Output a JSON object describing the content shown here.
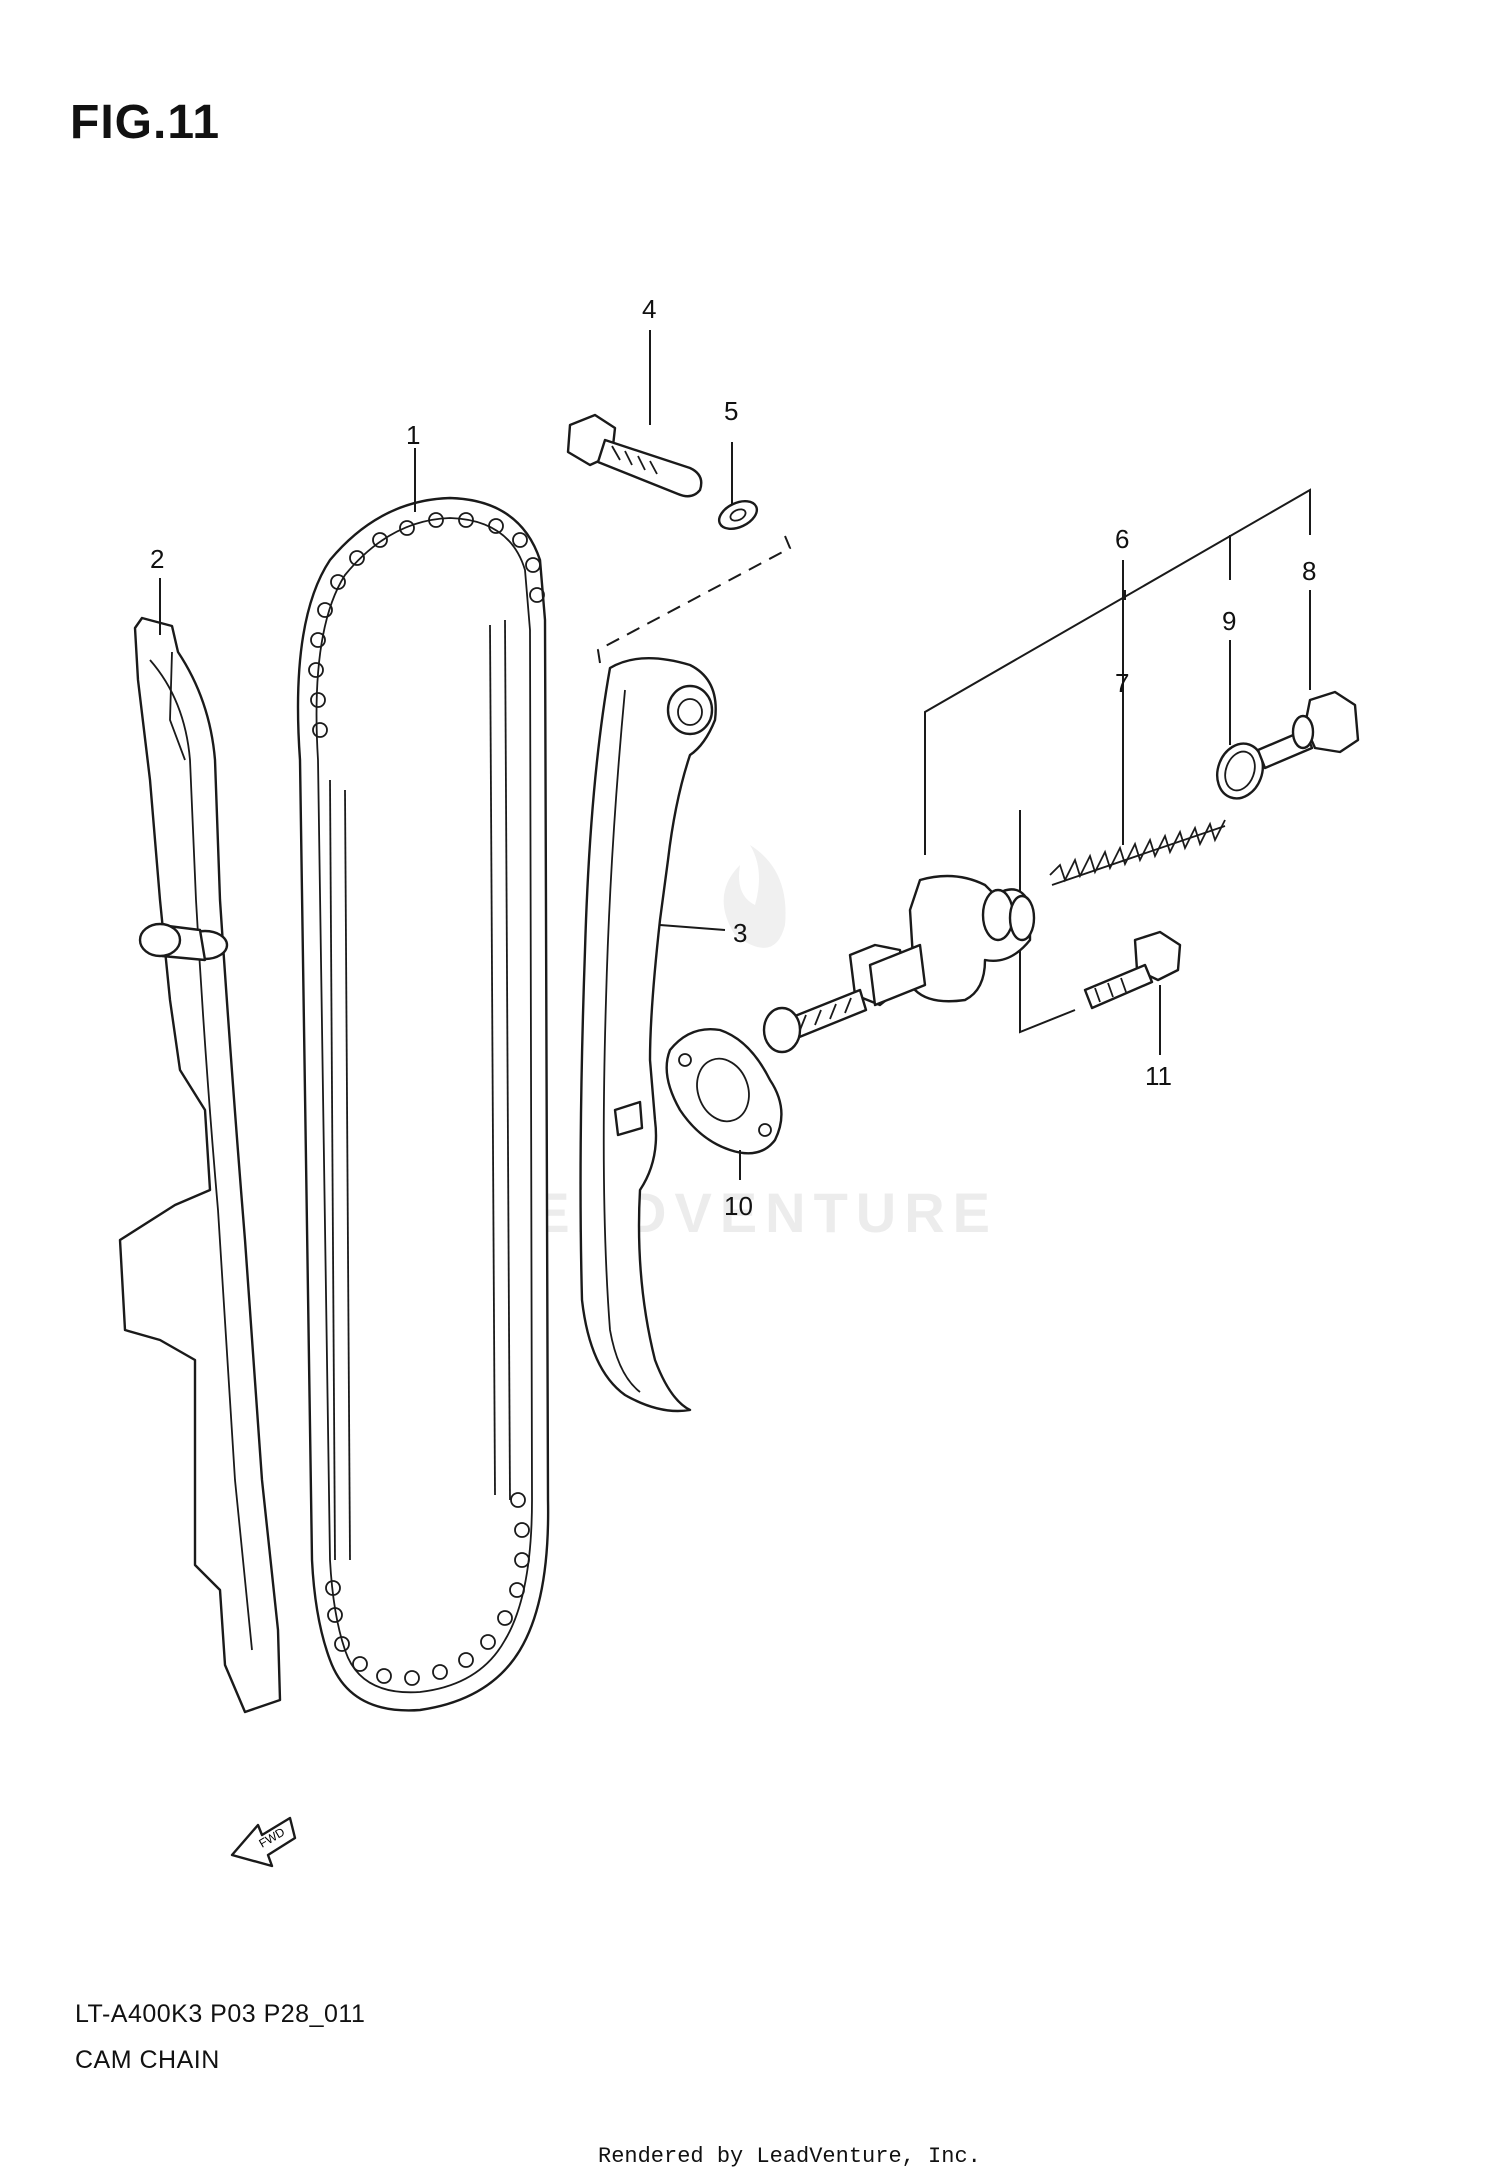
{
  "figure": {
    "title": "FIG.11",
    "model_code": "LT-A400K3 P03 P28_011",
    "caption": "CAM CHAIN",
    "rendered_by": "Rendered by LeadVenture, Inc.",
    "watermark": "LEADVENTURE",
    "direction_label": "FWD"
  },
  "callouts": [
    "1",
    "2",
    "3",
    "4",
    "5",
    "6",
    "7",
    "8",
    "9",
    "10",
    "11"
  ],
  "parts": [
    {
      "ref": "1",
      "icon": "cam-chain-icon"
    },
    {
      "ref": "2",
      "icon": "chain-guide-icon"
    },
    {
      "ref": "3",
      "icon": "tensioner-guide-icon"
    },
    {
      "ref": "4",
      "icon": "pivot-bolt-icon"
    },
    {
      "ref": "5",
      "icon": "washer-icon"
    },
    {
      "ref": "6",
      "icon": "tensioner-body-icon"
    },
    {
      "ref": "7",
      "icon": "spring-icon"
    },
    {
      "ref": "8",
      "icon": "cap-bolt-icon"
    },
    {
      "ref": "9",
      "icon": "gasket-ring-icon"
    },
    {
      "ref": "10",
      "icon": "gasket-icon"
    },
    {
      "ref": "11",
      "icon": "mounting-bolt-icon"
    }
  ]
}
